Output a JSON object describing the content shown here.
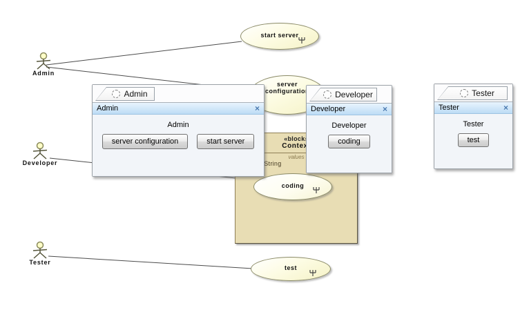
{
  "chrome": {
    "close_label": "×"
  },
  "diagram": {
    "actors": [
      {
        "label": "Admin"
      },
      {
        "label": "Developer"
      },
      {
        "label": "Tester"
      }
    ],
    "use_cases": [
      {
        "label": "start server"
      },
      {
        "label": "server configuration"
      },
      {
        "label": "coding"
      },
      {
        "label": "test"
      }
    ],
    "block": {
      "stereotype": "«block»",
      "name": "Context",
      "compartment": "values",
      "entry": "status : String"
    },
    "associations": [
      {
        "from": "Admin",
        "to": "start server"
      },
      {
        "from": "Admin",
        "to": "server configuration"
      },
      {
        "from": "Developer",
        "to": "coding"
      },
      {
        "from": "Tester",
        "to": "test"
      }
    ]
  },
  "panels": [
    {
      "tab": "Admin",
      "title": "Admin",
      "heading": "Admin",
      "buttons": [
        "server configuration",
        "start server"
      ]
    },
    {
      "tab": "Developer",
      "title": "Developer",
      "heading": "Developer",
      "buttons": [
        "coding"
      ]
    },
    {
      "tab": "Tester",
      "title": "Tester",
      "heading": "Tester",
      "buttons": [
        "test"
      ]
    }
  ],
  "colors": {
    "ellipse_fill": "#fdfce4",
    "ellipse_border": "#8a8a66",
    "block_fill": "#e8ddb4",
    "titlebar_top": "#e8f4fe",
    "titlebar_bottom": "#bddcf5",
    "close": "#4a7ab0",
    "line": "#4a4a4a"
  }
}
